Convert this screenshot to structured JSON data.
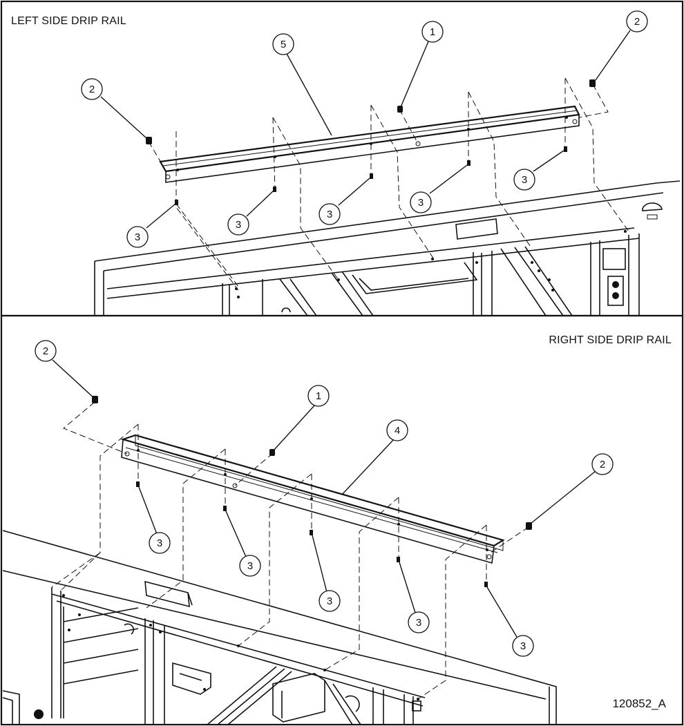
{
  "panels": [
    {
      "id": "left",
      "title": "LEFT SIDE DRIP RAIL",
      "callouts": [
        "1",
        "2",
        "2",
        "3",
        "3",
        "3",
        "3",
        "3",
        "5"
      ]
    },
    {
      "id": "right",
      "title": "RIGHT SIDE DRIP RAIL",
      "callouts": [
        "1",
        "2",
        "2",
        "3",
        "3",
        "3",
        "3",
        "3",
        "4"
      ]
    }
  ],
  "drawing_id": "120852_A"
}
